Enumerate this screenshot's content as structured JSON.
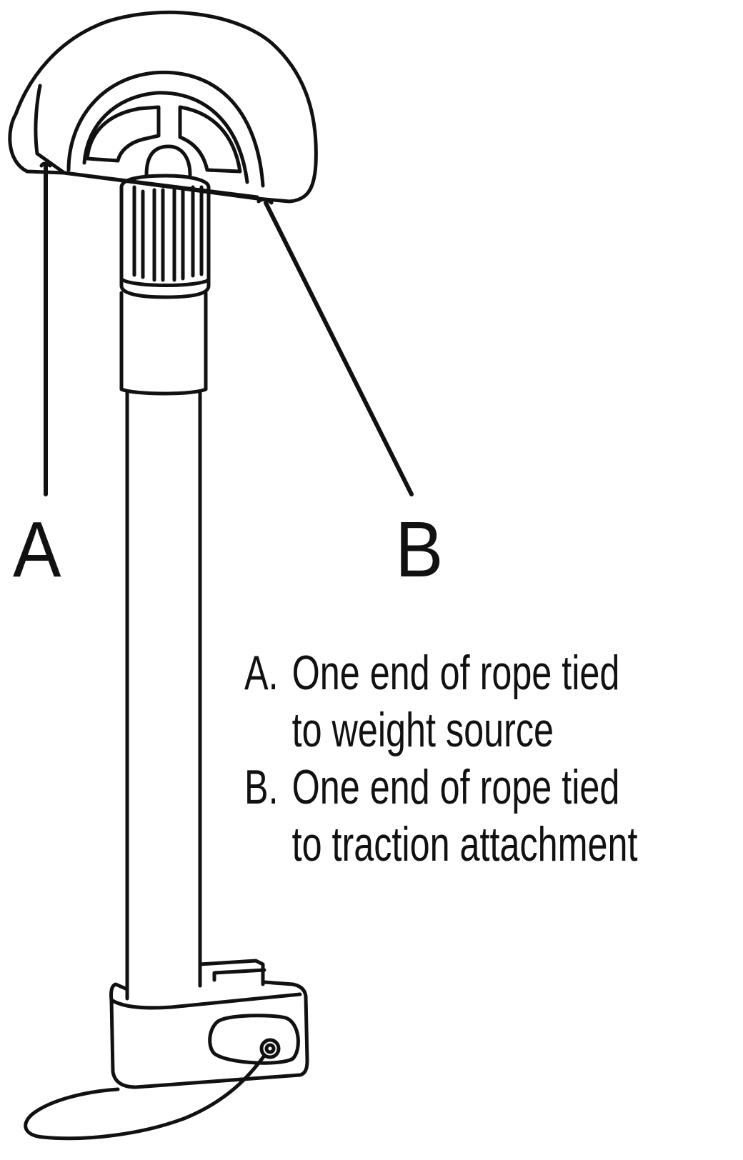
{
  "callouts": {
    "a": "A",
    "b": "B"
  },
  "legend": [
    {
      "key": "A.",
      "line1": "One end of rope tied",
      "line2": "to weight source"
    },
    {
      "key": "B.",
      "line1": "One end of rope tied",
      "line2": "to traction attachment"
    }
  ],
  "colors": {
    "ink": "#111111",
    "background": "#ffffff"
  }
}
